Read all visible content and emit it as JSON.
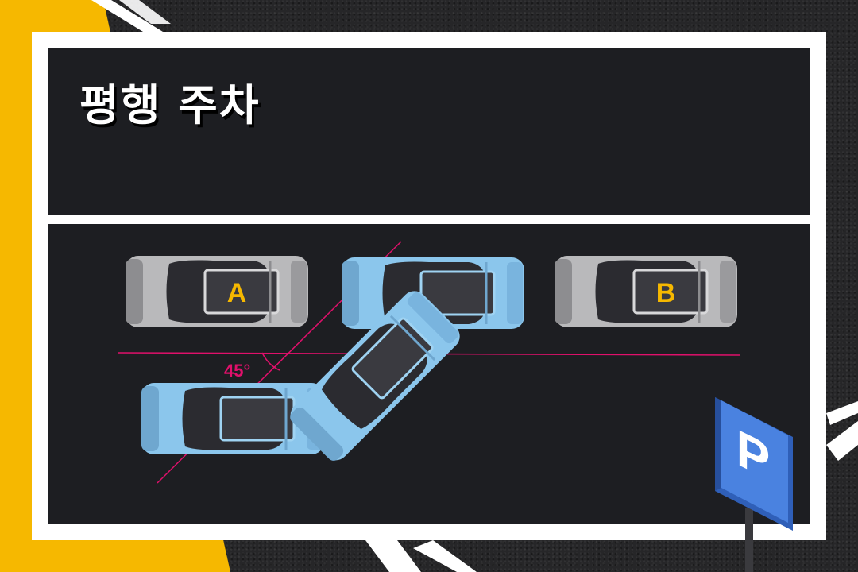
{
  "title": "평행 주차",
  "diagram": {
    "parked_car_labels": [
      "A",
      "B"
    ],
    "angle_label": "45°",
    "sign_letter": "P"
  },
  "colors": {
    "accent_yellow": "#f6b800",
    "guide_line": "#e0106b",
    "car_blue": "#8bc6ec",
    "car_gray": "#b9b9bb",
    "label_yellow": "#f6b800",
    "sign_blue": "#4a82e0",
    "panel_dark": "#1d1e22"
  },
  "icons": [
    "parking-sign-icon"
  ]
}
